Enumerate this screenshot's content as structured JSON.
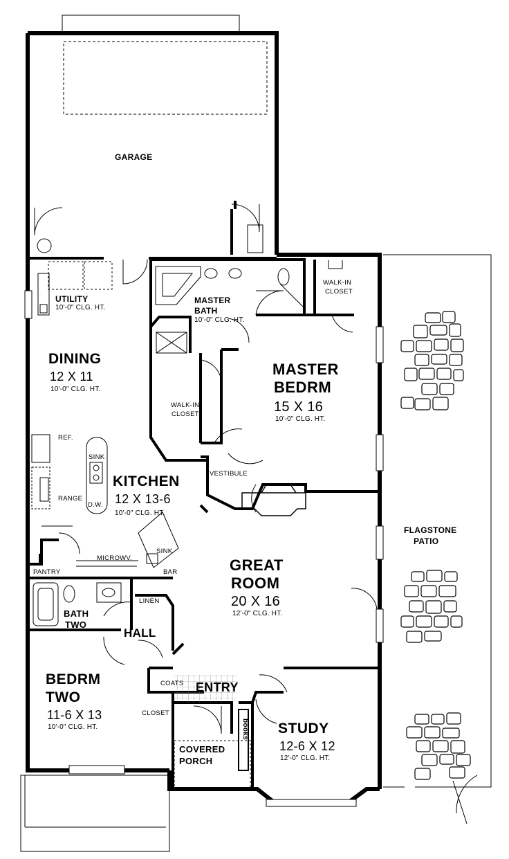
{
  "rooms": {
    "garage": {
      "name": "GARAGE"
    },
    "utility": {
      "name": "UTILITY",
      "clg": "10'-0\" CLG. HT."
    },
    "master_bath": {
      "name_l1": "MASTER",
      "name_l2": "BATH",
      "clg": "10'-0\" CLG. HT."
    },
    "walkin_closet_top": {
      "name_l1": "WALK-IN",
      "name_l2": "CLOSET"
    },
    "dining": {
      "name": "DINING",
      "dims": "12  X  11",
      "clg": "10'-0\" CLG. HT."
    },
    "master_bedrm": {
      "name_l1": "MASTER",
      "name_l2": "BEDRM",
      "dims": "15  X  16",
      "clg": "10'-0\" CLG. HT."
    },
    "walkin_closet_mid": {
      "name_l1": "WALK-IN",
      "name_l2": "CLOSET"
    },
    "kitchen": {
      "name": "KITCHEN",
      "dims": "12  X  13-6",
      "clg": "10'-0\" CLG. HT."
    },
    "great_room": {
      "name_l1": "GREAT",
      "name_l2": "ROOM",
      "dims": "20  X  16",
      "clg": "12'-0\" CLG. HT."
    },
    "bath_two": {
      "name_l1": "BATH",
      "name_l2": "TWO"
    },
    "hall": {
      "name": "HALL"
    },
    "bedrm_two": {
      "name_l1": "BEDRM",
      "name_l2": "TWO",
      "dims": "11-6  X  13",
      "clg": "10'-0\" CLG. HT."
    },
    "entry": {
      "name": "ENTRY"
    },
    "study": {
      "name": "STUDY",
      "dims": "12-6  X  12",
      "clg": "12'-0\" CLG. HT."
    },
    "covered_porch": {
      "name_l1": "COVERED",
      "name_l2": "PORCH"
    },
    "flagstone_patio": {
      "name_l1": "FLAGSTONE",
      "name_l2": "PATIO"
    }
  },
  "fixtures": {
    "ref": "REF.",
    "sink_kitchen": "SINK",
    "dw": "D.W.",
    "range": "RANGE",
    "vestibule": "VESTIBULE",
    "microwv": "MICROWV.",
    "sink_bar": "SINK",
    "bar": "BAR",
    "pantry": "PANTRY",
    "linen": "LINEN",
    "coats": "COATS",
    "closet": "CLOSET",
    "books": "books"
  }
}
